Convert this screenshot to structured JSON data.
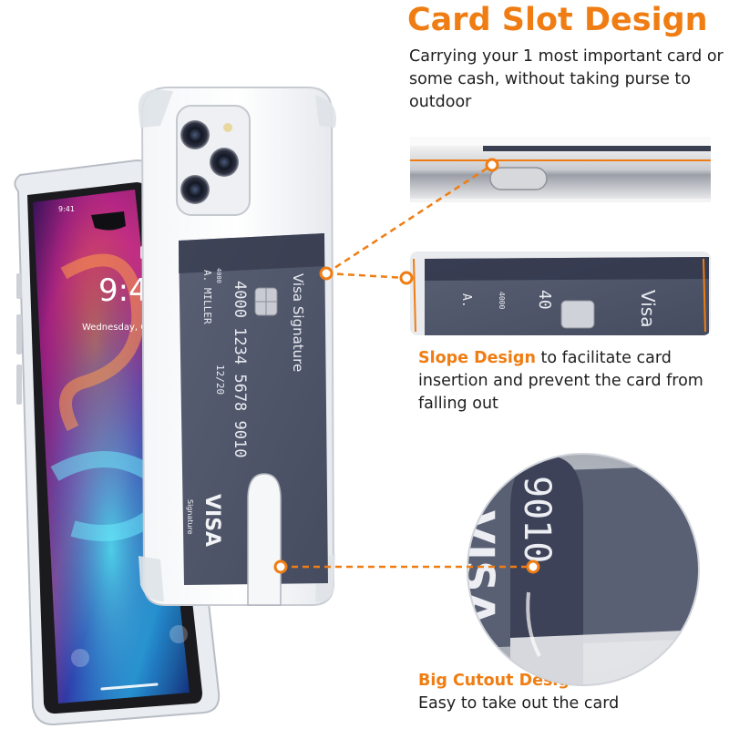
{
  "title": "Card Slot Design",
  "intro_text": "Carrying your 1 most important card or some cash, without taking purse to outdoor",
  "slope": {
    "highlight": "Slope Design",
    "rest": " to facilitate card insertion and prevent the card from falling out"
  },
  "cutout": {
    "heading": "Big Cutout Design",
    "text": "Easy to take out the card"
  },
  "phone_screen": {
    "status_time": "9:41",
    "clock": "9:4",
    "date": "Wednesday, Octob"
  },
  "card_front": {
    "brand": "Visa Signature",
    "number": "4000 1234 5678 9010",
    "small": "4000",
    "name": "A. MILLER",
    "expiry": "12/20",
    "logo": "VISA",
    "logo_sub": "Signature"
  },
  "detail_card": {
    "number_fragment": "40",
    "small": "4000",
    "initial": "A.",
    "brand_fragment": "Visa"
  },
  "cutout_card": {
    "number_fragment": "9010",
    "logo_fragment": "VISA"
  },
  "colors": {
    "accent": "#ef7d13",
    "card": "#4d5466",
    "card_dark": "#3a3f52",
    "phone_frame": "#2c2c34"
  }
}
